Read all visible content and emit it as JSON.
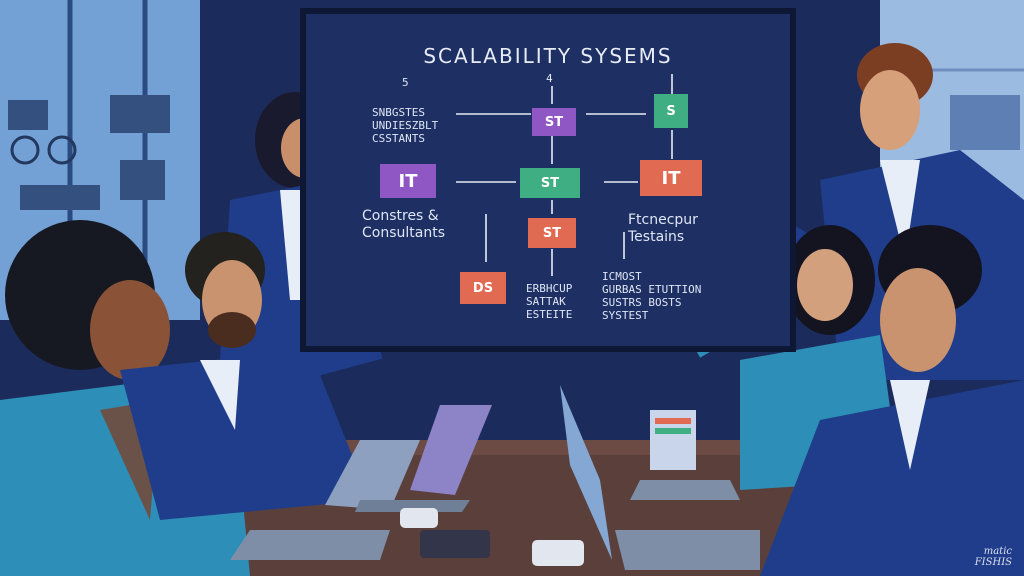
{
  "board": {
    "title": "SCALABILITY SYSEMS",
    "nodes": {
      "n1": "ST",
      "s_top": "S",
      "it_left": "IT",
      "st_mid": "ST",
      "it_right": "IT",
      "st_low": "ST",
      "ds": "DS"
    },
    "glyph_top_left": "5",
    "glyph_top_mid": "4",
    "left_notes": "SNBGSTES\nUNDIESZBLT\nCSSTANTS",
    "left_label": "Constres &\nConsultants",
    "right_label": "Ftcnecpur\nTestains",
    "bottom_mid_notes": "ERBHCUP\nSATTAK\nESTEITE",
    "bottom_right_notes": "ICMOST\nGURBAS ETUTTION\nSUSTRS BOSTS\nSYSTEST"
  },
  "signature": "matic\nFISHIS",
  "colors": {
    "wall": "#1b2c5c",
    "board": "#1d2f63",
    "purple": "#8e57c4",
    "green": "#3fae82",
    "coral": "#e06a52",
    "table": "#5a3f3a",
    "suit_navy": "#1f3d8a",
    "suit_teal": "#2d8fb8"
  }
}
